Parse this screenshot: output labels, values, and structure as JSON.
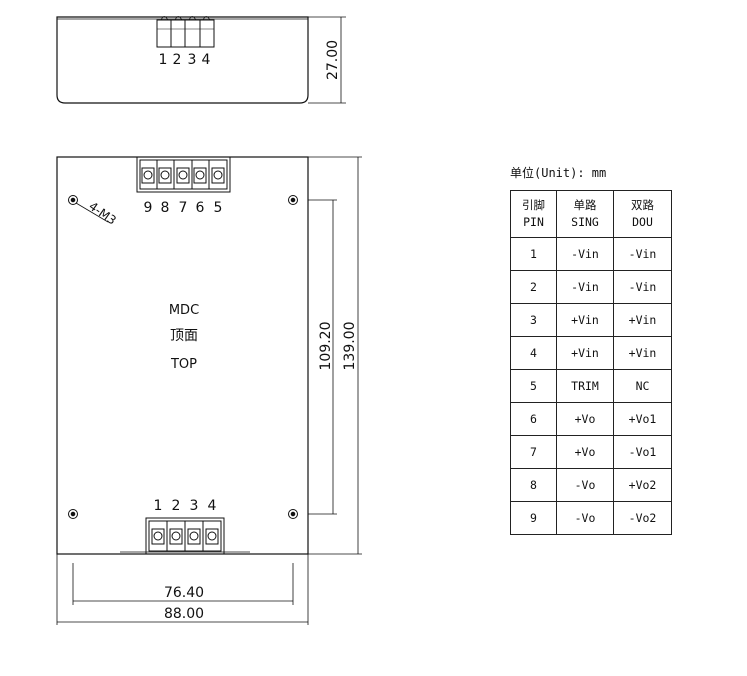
{
  "side_view": {
    "pin_labels": [
      "1",
      "2",
      "3",
      "4"
    ],
    "height_dim": "27.00"
  },
  "top_view": {
    "label_model": "MDC",
    "label_cn": "顶面",
    "label_en": "TOP",
    "mount_hole_label": "4-M3",
    "top_pins": [
      "9",
      "8",
      "7",
      "6",
      "5"
    ],
    "bottom_pins": [
      "1",
      "2",
      "3",
      "4"
    ],
    "dim_hole_height": "109.20",
    "dim_height": "139.00",
    "dim_hole_width": "76.40",
    "dim_width": "88.00"
  },
  "pin_table": {
    "unit_label": "单位(Unit): mm",
    "headers": [
      {
        "cn": "引脚",
        "en": "PIN"
      },
      {
        "cn": "单路",
        "en": "SING"
      },
      {
        "cn": "双路",
        "en": "DOU"
      }
    ],
    "rows": [
      {
        "pin": "1",
        "sing": "-Vin",
        "dou": "-Vin"
      },
      {
        "pin": "2",
        "sing": "-Vin",
        "dou": "-Vin"
      },
      {
        "pin": "3",
        "sing": "+Vin",
        "dou": "+Vin"
      },
      {
        "pin": "4",
        "sing": "+Vin",
        "dou": "+Vin"
      },
      {
        "pin": "5",
        "sing": "TRIM",
        "dou": "NC"
      },
      {
        "pin": "6",
        "sing": "+Vo",
        "dou": "+Vo1"
      },
      {
        "pin": "7",
        "sing": "+Vo",
        "dou": "-Vo1"
      },
      {
        "pin": "8",
        "sing": "-Vo",
        "dou": "+Vo2"
      },
      {
        "pin": "9",
        "sing": "-Vo",
        "dou": "-Vo2"
      }
    ]
  }
}
